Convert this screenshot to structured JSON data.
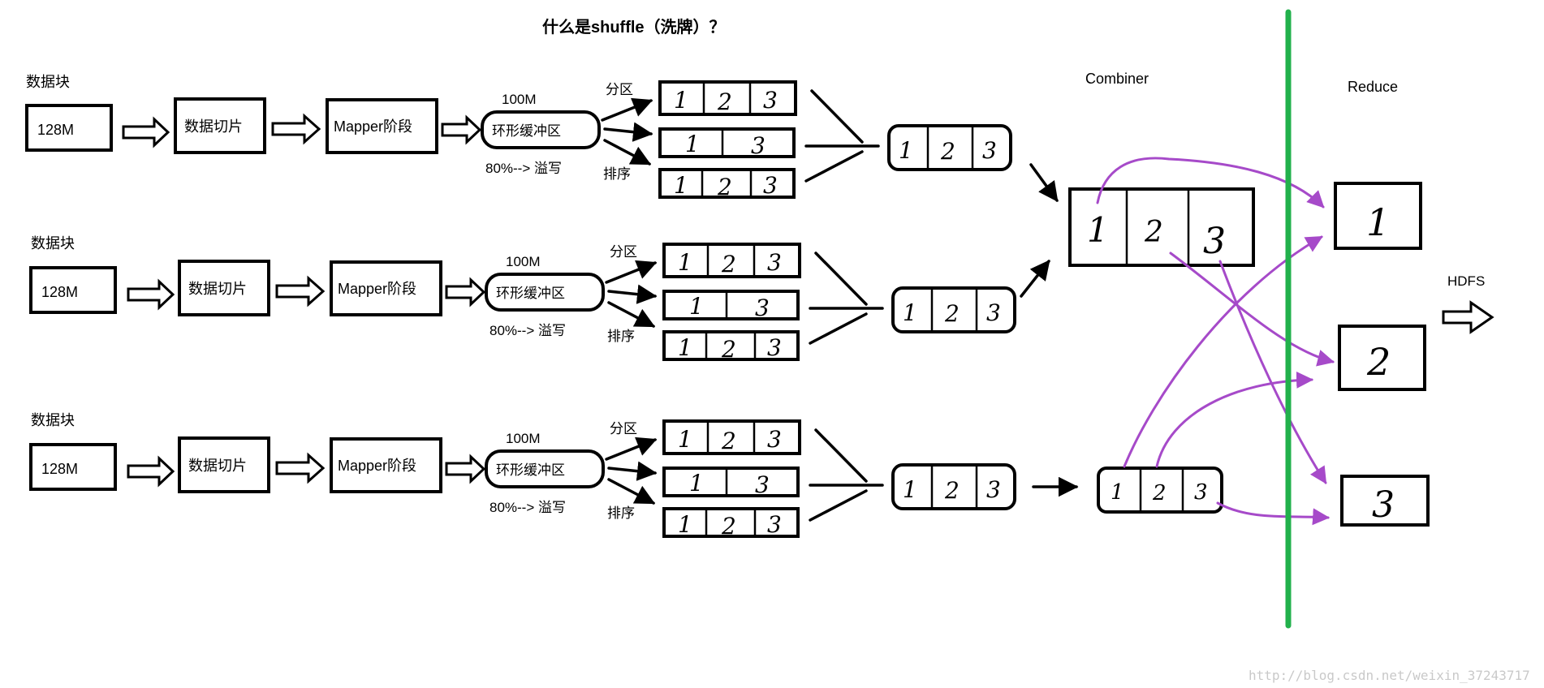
{
  "title": "什么是shuffle（洗牌）？",
  "labels": {
    "block": "数据块",
    "size": "128M",
    "split": "数据切片",
    "mapper": "Mapper阶段",
    "buffer_size": "100M",
    "buffer": "环形缓冲区",
    "spill": "80%--> 溢写",
    "partition": "分区",
    "sort": "排序",
    "combiner": "Combiner",
    "reduce": "Reduce",
    "hdfs": "HDFS"
  },
  "partitions": {
    "three": [
      "1",
      "2",
      "3"
    ],
    "two": [
      "1",
      "3"
    ]
  },
  "reduce_outputs": [
    "1",
    "2",
    "3"
  ],
  "watermark": "http://blog.csdn.net/weixin_37243717",
  "colors": {
    "divider": "#22b14c",
    "shuffle_arrows": "#a64ac9",
    "lines": "#000000"
  }
}
